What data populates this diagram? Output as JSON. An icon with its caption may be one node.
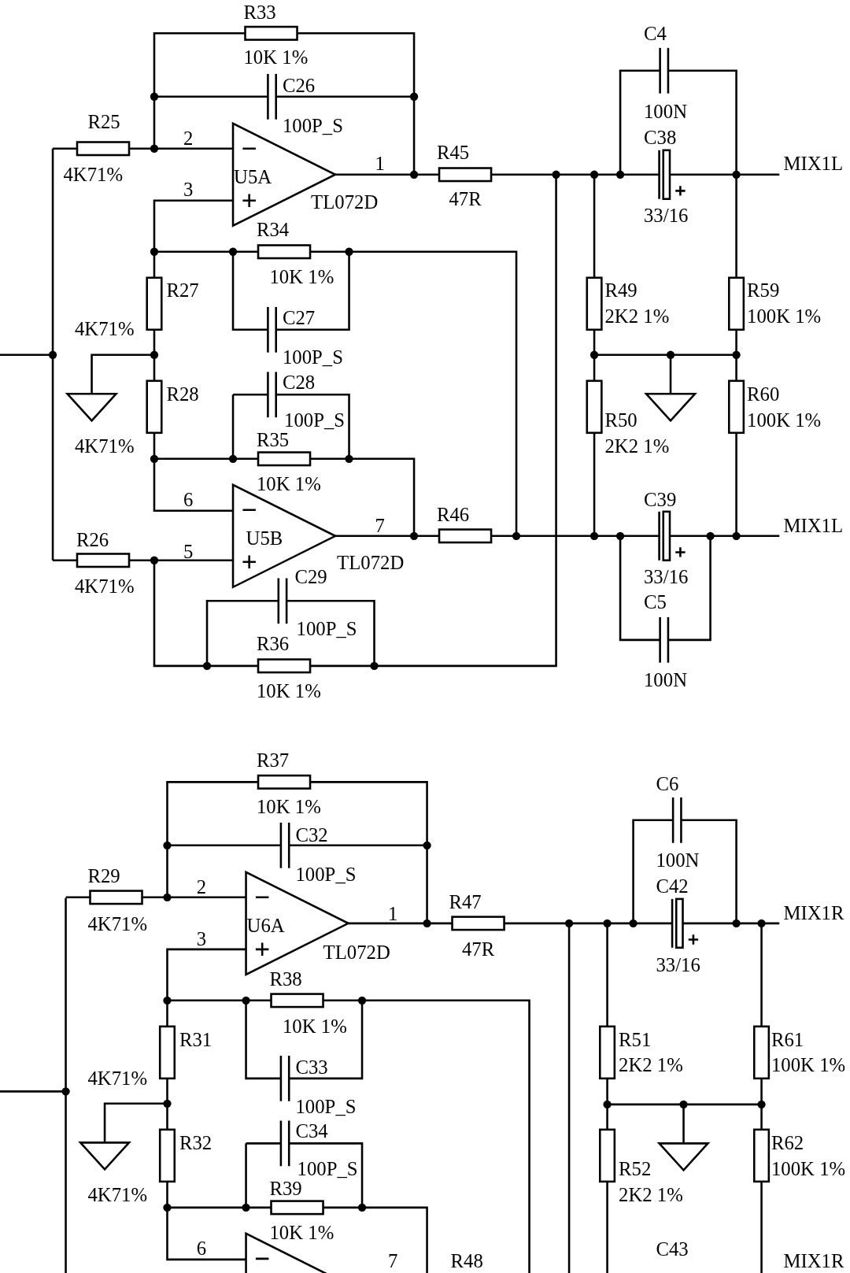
{
  "diagram": {
    "labels": [
      "R33",
      "10K 1%",
      "C26",
      "100P_S",
      "R25",
      "2",
      "4K71%",
      "U5A",
      "1",
      "R45",
      "TL072D",
      "3",
      "47R",
      "C4",
      "100N",
      "C38",
      "33/16",
      "MIX1L",
      "R34",
      "10K 1%",
      "R27",
      "R49",
      "R59",
      "2K2 1%",
      "100K 1%",
      "C27",
      "4K71%",
      "100P_S",
      "C28",
      "R28",
      "R60",
      "100P_S",
      "R50",
      "100K 1%",
      "R35",
      "4K71%",
      "2K2 1%",
      "10K 1%",
      "C39",
      "6",
      "R46",
      "7",
      "MIX1L",
      "U5B",
      "R26",
      "5",
      "TL072D",
      "C29",
      "33/16",
      "4K71%",
      "C5",
      "100P_S",
      "R36",
      "100N",
      "10K 1%",
      "R37",
      "C6",
      "10K 1%",
      "C32",
      "100N",
      "R29",
      "100P_S",
      "2",
      "C42",
      "R47",
      "MIX1R",
      "1",
      "4K71%",
      "U6A",
      "3",
      "TL072D",
      "47R",
      "33/16",
      "R38",
      "10K 1%",
      "R31",
      "R51",
      "R61",
      "2K2 1%",
      "100K 1%",
      "C33",
      "4K71%",
      "100P_S",
      "C34",
      "R32",
      "R62",
      "R52",
      "100K 1%",
      "100P_S",
      "R39",
      "4K71%",
      "2K2 1%",
      "10K 1%",
      "C43",
      "6",
      "R48",
      "7",
      "MIX1R"
    ]
  }
}
